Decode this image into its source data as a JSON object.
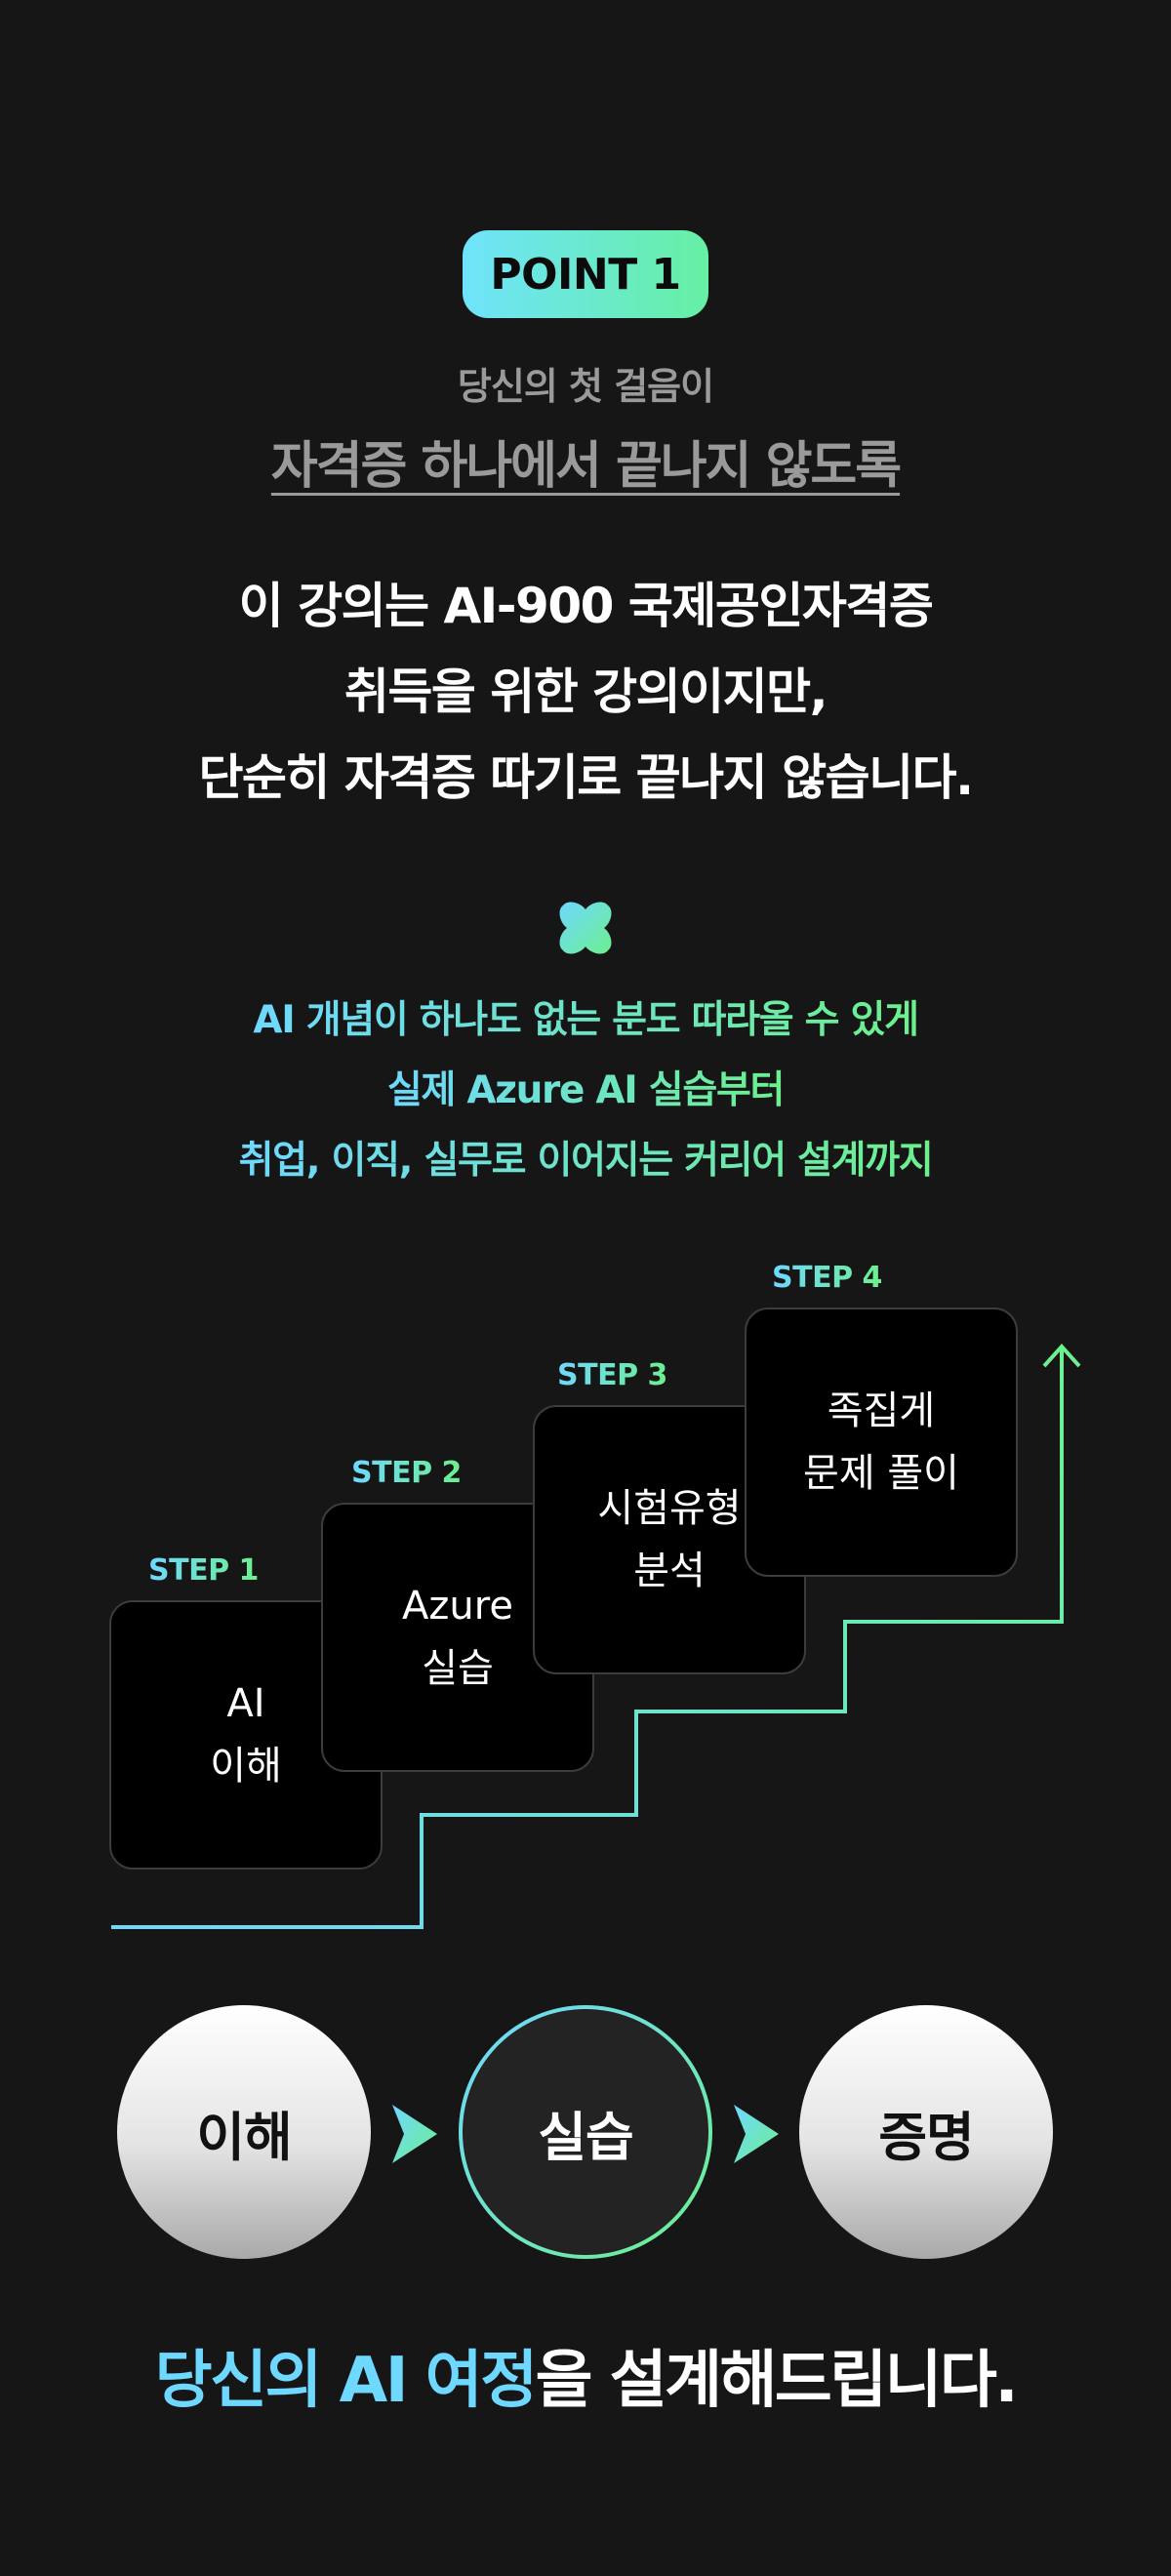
{
  "badge": {
    "label": "POINT 1"
  },
  "subtitle": {
    "line1": "당신의 첫 걸음이",
    "line2": "자격증 하나에서 끝나지 않도록"
  },
  "headline": {
    "lines": [
      "이 강의는 AI-900 국제공인자격증",
      "취득을 위한 강의이지만,",
      "단순히 자격증 따기로 끝나지 않습니다."
    ]
  },
  "features": {
    "icon": "four-petal-flower-icon",
    "lines": [
      "AI 개념이 하나도 없는 분도 따라올 수 있게",
      "실제 Azure AI 실습부터",
      "취업, 이직, 실무로 이어지는 커리어 설계까지"
    ]
  },
  "steps": [
    {
      "label": "STEP 1",
      "line1": "AI",
      "line2": "이해"
    },
    {
      "label": "STEP 2",
      "line1": "Azure",
      "line2": "실습"
    },
    {
      "label": "STEP 3",
      "line1": "시험유형",
      "line2": "분석"
    },
    {
      "label": "STEP 4",
      "line1": "족집게",
      "line2": "문제 풀이"
    }
  ],
  "process": [
    {
      "label": "이해"
    },
    {
      "label": "실습"
    },
    {
      "label": "증명"
    }
  ],
  "footer": {
    "accent": "당신의 AI 여정",
    "rest": "을 설계해드립니다."
  },
  "colors": {
    "background": "#161616",
    "accent_cyan": "#6fd8ff",
    "accent_green": "#6cf08e"
  }
}
